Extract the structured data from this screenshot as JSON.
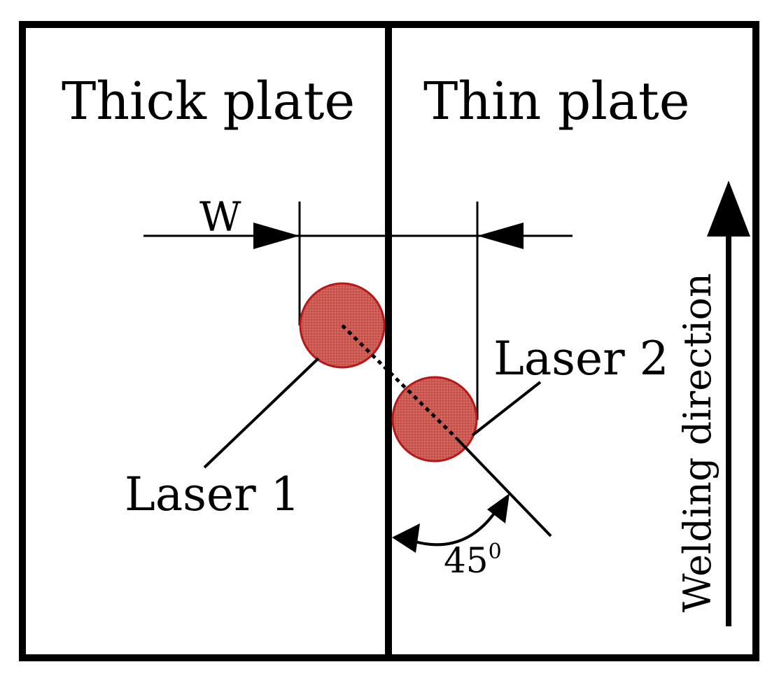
{
  "diagram": {
    "labels": {
      "thick_plate": "Thick plate",
      "thin_plate": "Thin plate",
      "width": "W",
      "laser1": "Laser 1",
      "laser2": "Laser 2",
      "angle_value": "45",
      "angle_unit": "0",
      "direction": "Welding direction"
    },
    "colors": {
      "laser_fill": "#c8504a",
      "laser_stroke": "#b51818",
      "line": "#000000",
      "background": "#ffffff"
    },
    "angle_degrees": 45
  }
}
